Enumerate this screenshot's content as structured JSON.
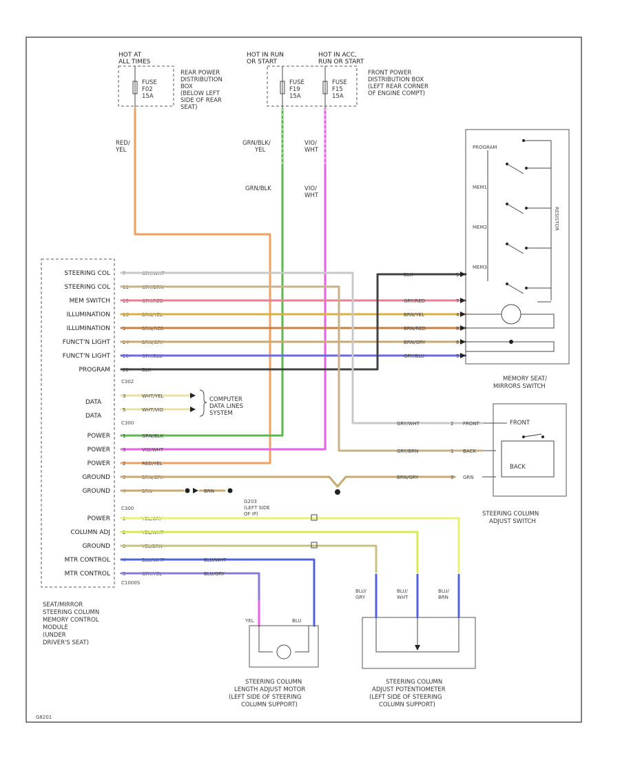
{
  "fuse_top": {
    "hot_at_all_times": [
      "HOT AT",
      "ALL TIMES"
    ],
    "hot_run_start": [
      "HOT IN RUN",
      "OR START"
    ],
    "hot_acc_run_start": [
      "HOT IN ACC,",
      "RUN OR START"
    ],
    "fuse_a": [
      "FUSE",
      "F02",
      "15A"
    ],
    "fuse_b": [
      "FUSE",
      "F19",
      "15A"
    ],
    "fuse_c": [
      "FUSE",
      "F15",
      "15A"
    ],
    "rear_box": [
      "REAR POWER",
      "DISTRIBUTION",
      "BOX",
      "(BELOW LEFT",
      "SIDE OF REAR",
      "SEAT)"
    ],
    "front_box": [
      "FRONT POWER",
      "DISTRIBUTION BOX",
      "(LEFT REAR CORNER",
      "OF ENGINE COMPT)"
    ]
  },
  "wire_labels": {
    "red_yel": [
      "RED/",
      "YEL"
    ],
    "grn_blk_yel": [
      "GRN/BLK/",
      "YEL"
    ],
    "vio_wht": [
      "VIO/",
      "WHT"
    ],
    "grn_blk": "GRN/BLK",
    "vio_wht2": [
      "VIO/",
      "WHT"
    ]
  },
  "module": {
    "pin_labels": [
      "STEERING COL",
      "STEERING COL",
      "MEM SWITCH",
      "ILLUMINATION",
      "ILLUMINATION",
      "FUNCT'N LIGHT",
      "FUNCT'N LIGHT",
      "PROGRAM"
    ],
    "pin_numbers": [
      "7",
      "11",
      "15",
      "16",
      "1",
      "24",
      "20",
      "22"
    ],
    "wire_names": [
      "GRY/WHT",
      "GRY/BRN",
      "GRY/RED",
      "BRN/YEL",
      "BRN/RED",
      "BRN/GRY",
      "GRY/BLU",
      "BLK"
    ],
    "c_labels": [
      "C302",
      "C300",
      "C300",
      "C1000S"
    ],
    "data_labels": [
      "DATA",
      "DATA"
    ],
    "data_pins": [
      "3",
      "5"
    ],
    "data_wires": [
      "WHT/YEL",
      "WHT/VIO"
    ],
    "power_labels": [
      "POWER",
      "POWER",
      "POWER",
      "GROUND",
      "GROUND"
    ],
    "power_pins": [
      "1",
      "3",
      "2",
      "5",
      "4"
    ],
    "power_wires": [
      "GRN/BLK",
      "VIO/WHT",
      "RED/YEL",
      "BRN/GRY",
      "BRN"
    ],
    "lower_labels": [
      "POWER",
      "COLUMN ADJ",
      "GROUND",
      "MTR CONTROL",
      "MTR CONTROL"
    ],
    "lower_pins": [
      "1",
      "2",
      "3",
      "4",
      "5"
    ],
    "lower_wires": [
      "YEL/GRY",
      "YEL/WHT",
      "YEL/BRN",
      "BLU/WHT",
      "GRY/YEL"
    ],
    "lower_wires_right": [
      "BLU/WHT",
      "BLU/GRY"
    ],
    "caption": [
      "SEAT/MIRROR",
      "STEERING COLUMN",
      "MEMORY CONTROL",
      "MODULE",
      "(UNDER",
      "DRIVER'S SEAT)"
    ]
  },
  "comp_data": [
    "COMPUTER",
    "DATA LINES",
    "SYSTEM"
  ],
  "ground_brn": "BRN",
  "ground_node": [
    "G203",
    "(LEFT SIDE",
    "OF IP)"
  ],
  "mem_switch": {
    "title": [
      "MEMORY SEAT/",
      "MIRRORS SWITCH"
    ],
    "buttons": [
      "PROGRAM",
      "MEM1",
      "MEM2",
      "MEM3"
    ],
    "pins": [
      "3",
      "7",
      "4",
      "8",
      "6",
      "5"
    ],
    "wires": [
      "BLK",
      "GRY/RED",
      "BRN/YEL",
      "BRN/RED",
      "BRN/GRY",
      "GRY/BLU"
    ],
    "resistor_label": "RESISTOR"
  },
  "col_switch": {
    "title": [
      "STEERING COLUMN",
      "ADJUST SWITCH"
    ],
    "front": "FRONT",
    "back": "BACK",
    "wires": [
      "GRY/WHT",
      "GRY/BRN",
      "BRN/GRY"
    ],
    "pins": [
      "2",
      "1",
      "3"
    ],
    "tags": [
      "FRONT",
      "BACK",
      "GRN"
    ]
  },
  "motor": {
    "pins": [
      "YEL",
      "BLU"
    ],
    "caption": [
      "STEERING COLUMN",
      "LENGTH ADJUST MOTOR",
      "(LEFT SIDE OF STEERING",
      "COLUMN SUPPORT)"
    ]
  },
  "pot": {
    "wires": [
      [
        "BLU/",
        "GRY"
      ],
      [
        "BLU/",
        "WHT"
      ],
      [
        "BLU/",
        "BRN"
      ]
    ],
    "caption": [
      "STEERING COLUMN",
      "ADJUST POTENTIOMETER",
      "(LEFT SIDE OF STEERING",
      "COLUMN SUPPORT)"
    ]
  },
  "footer_code": "G8201",
  "colors": {
    "orange": "#f0a060",
    "green": "#5ab84a",
    "magenta": "#e860e8",
    "gry_wht": "#c8c8c8",
    "gry_brn": "#c8b088",
    "gry_red": "#e88090",
    "brn_yel": "#d8b040",
    "brn_red": "#c88040",
    "brn_gry": "#c8a870",
    "gry_blu": "#6868e8",
    "blk": "#404040",
    "yel_gry": "#e8f070",
    "yel_wht": "#d8e850",
    "yel_brn": "#c8c080",
    "blu_wht": "#5060e0",
    "gry_yel": "#8878d8"
  }
}
